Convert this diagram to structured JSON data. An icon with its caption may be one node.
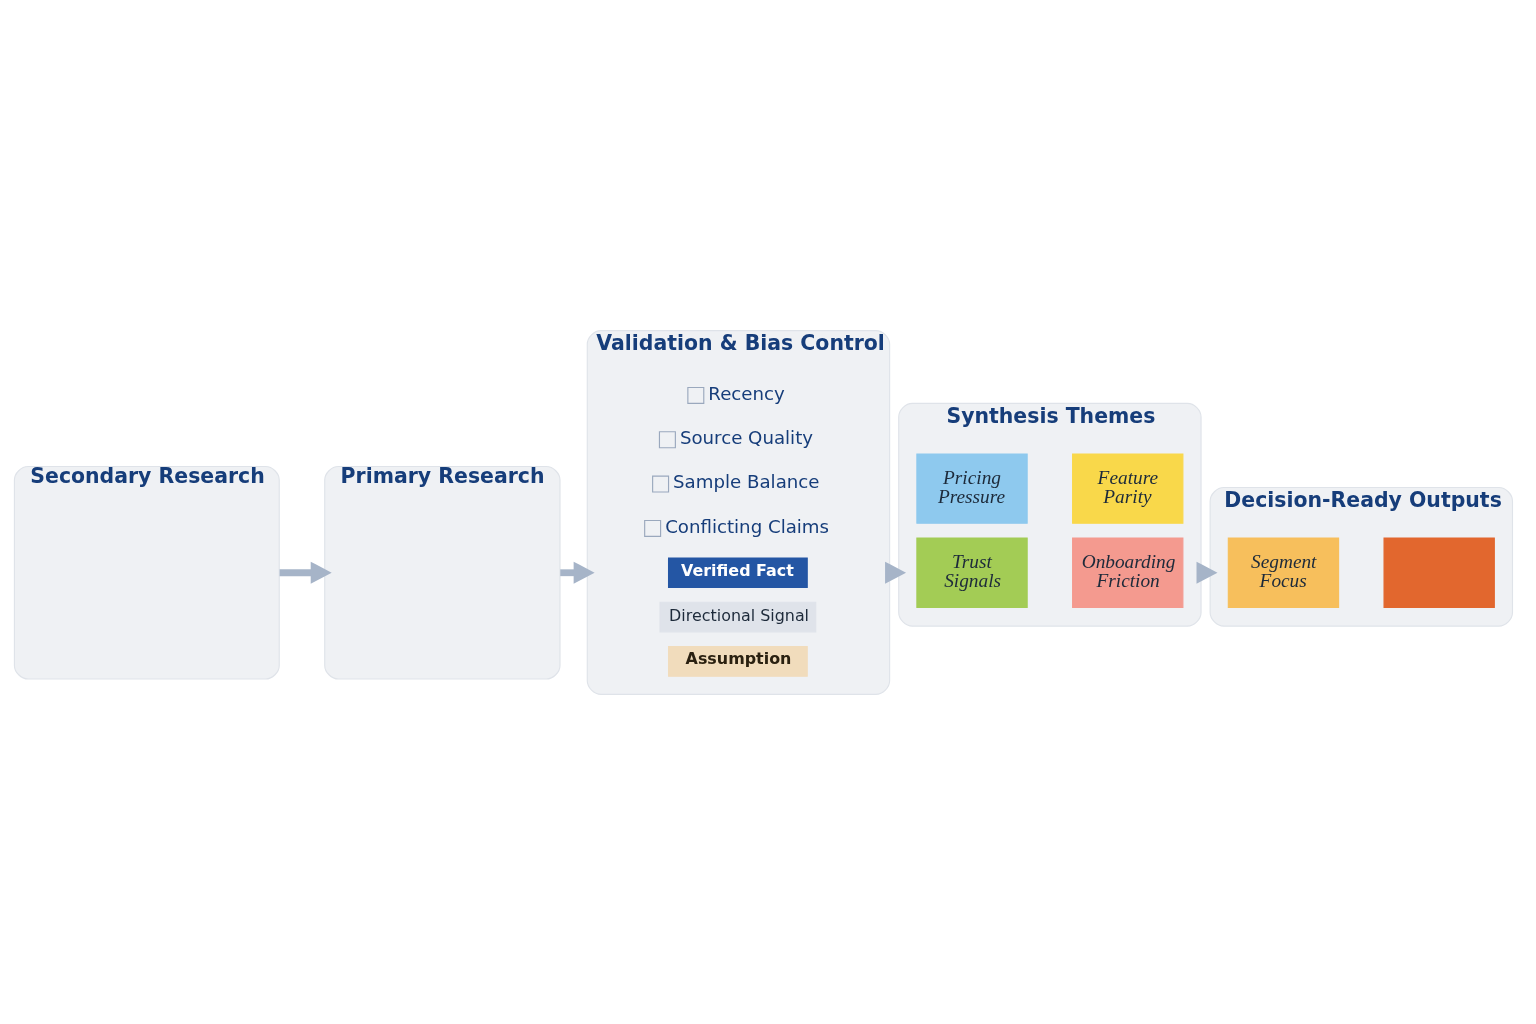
{
  "diagram": {
    "nodes": [
      {
        "text": [
          "Secondary Research"
        ]
      },
      {
        "text": [
          "Primary Research"
        ]
      },
      {
        "text": [
          "Validation & Bias Control"
        ]
      },
      {
        "text": [
          "Verified Fact"
        ],
        "in": 2
      },
      {
        "text": [
          "Directional Signal"
        ],
        "in": 2
      },
      {
        "text": [
          "Assumption"
        ],
        "in": 2
      },
      {
        "text": [
          "Synthesis Themes"
        ]
      },
      {
        "text": [
          "Pricing Pressure"
        ],
        "in": 6
      },
      {
        "text": [
          "Feature Parity"
        ],
        "in": 6
      },
      {
        "text": [
          "Trust Signals"
        ],
        "in": 6
      },
      {
        "text": [
          "Onboarding Friction"
        ],
        "in": 6
      },
      {
        "text": [
          "Decision-Ready Outputs"
        ]
      },
      {
        "text": [
          "Segment Focus"
        ],
        "in": 11
      },
      {
        "text": [],
        "shape": "box",
        "in": 11
      }
    ],
    "edges": [
      {
        "from": 0,
        "to": 1,
        "arrow": "to"
      },
      {
        "from": 1,
        "to": 2,
        "arrow": "to"
      },
      {
        "from": 2,
        "to": 6,
        "arrow": "to"
      },
      {
        "from": 6,
        "to": 11,
        "arrow": "to"
      }
    ],
    "labels": [
      "Recency",
      "Source Quality",
      "Sample Balance",
      "Conflicting Claims"
    ]
  }
}
